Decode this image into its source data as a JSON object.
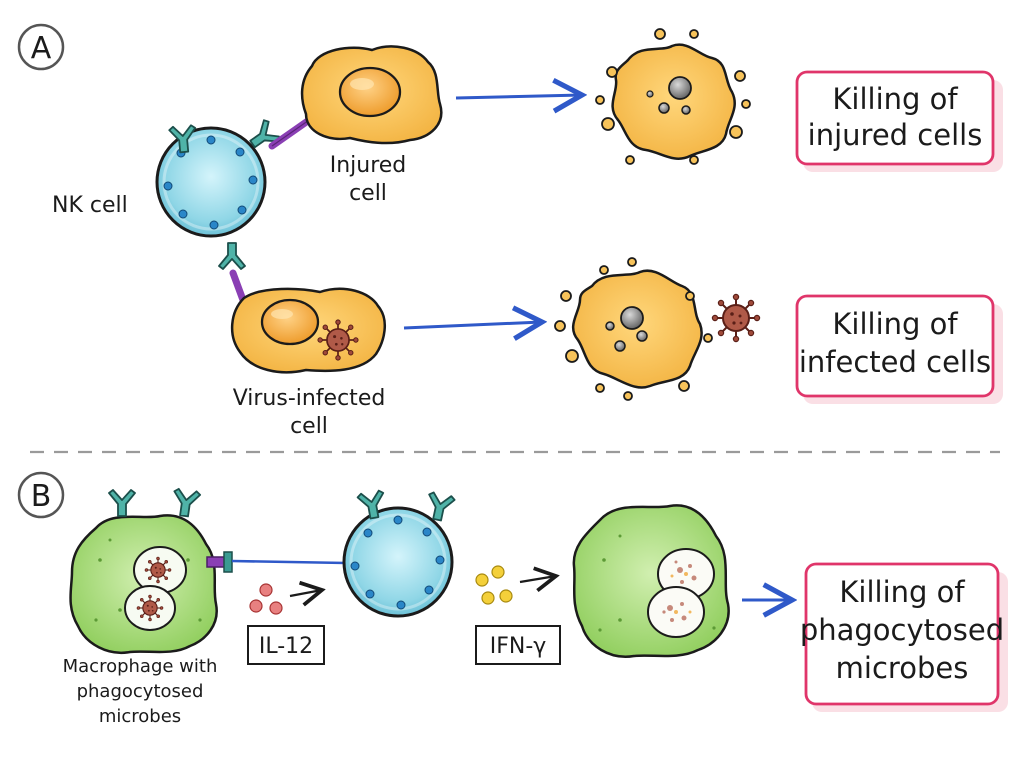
{
  "panels": {
    "a": {
      "letter": "A",
      "nk_cell_label": "NK cell",
      "injured_label": [
        "Injured",
        "cell"
      ],
      "virus_label": [
        "Virus-infected",
        "cell"
      ],
      "result_injured": [
        "Killing of",
        "injured cells"
      ],
      "result_infected": [
        "Killing of",
        "infected cells"
      ]
    },
    "b": {
      "letter": "B",
      "macrophage_label": [
        "Macrophage with",
        "phagocytosed",
        "microbes"
      ],
      "il12_tag": "IL-12",
      "ifn_tag": "IFN-γ",
      "result_microbes": [
        "Killing of",
        "phagocytosed",
        "microbes"
      ]
    }
  },
  "colors": {
    "nk_cell": "#8fd6e6",
    "nk_dots": "#2a86c8",
    "injured_cell": "#f7c35a",
    "nucleus": "#f2a93b",
    "macrophage": "#a9dc7a",
    "virus": "#a04a3a",
    "arrow": "#2f59c9",
    "box_border": "#e0356a",
    "receptor": "#3a9a92",
    "ligand": "#8a3fb4",
    "il12_dots": "#e05a5a",
    "ifn_dots": "#f1c21a"
  }
}
